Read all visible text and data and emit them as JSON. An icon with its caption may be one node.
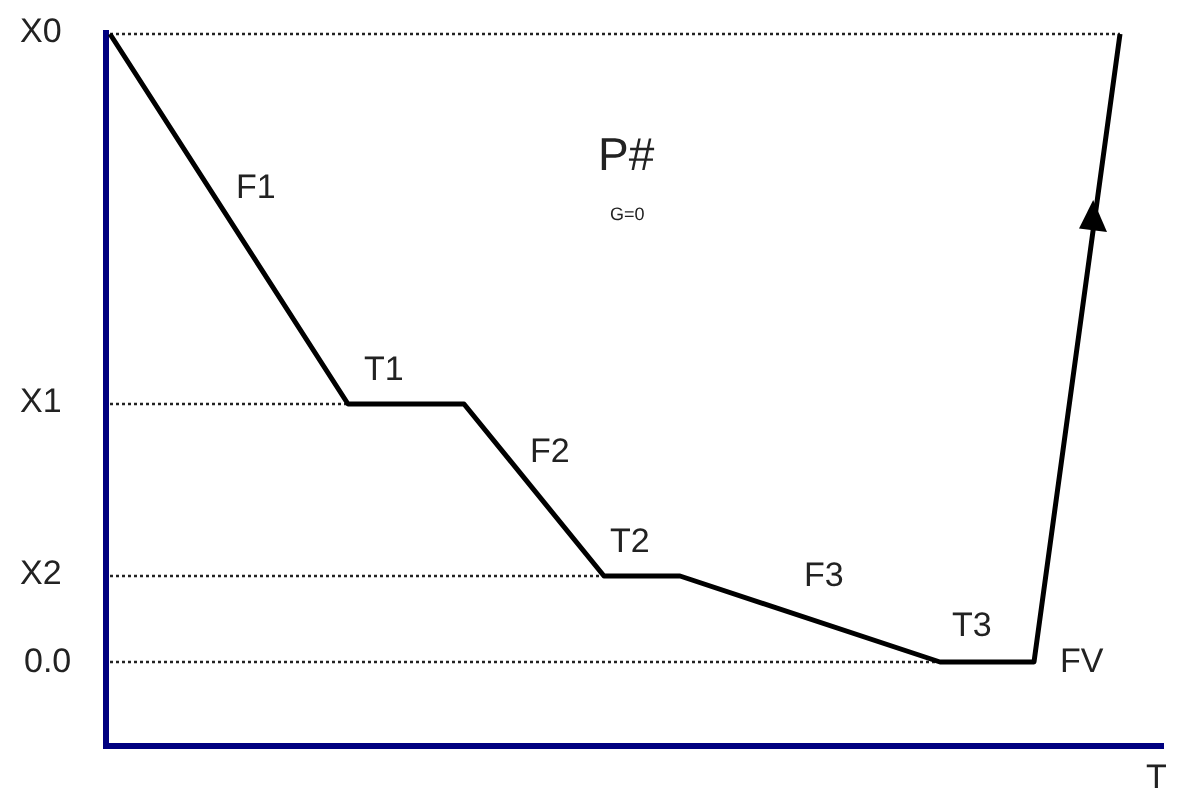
{
  "diagram": {
    "labels": [
      "X0",
      "P#",
      "G=0",
      "F1",
      "T1",
      "X1",
      "F2",
      "T2",
      "X2",
      "F3",
      "T3",
      "0.0",
      "FV",
      "T"
    ]
  }
}
